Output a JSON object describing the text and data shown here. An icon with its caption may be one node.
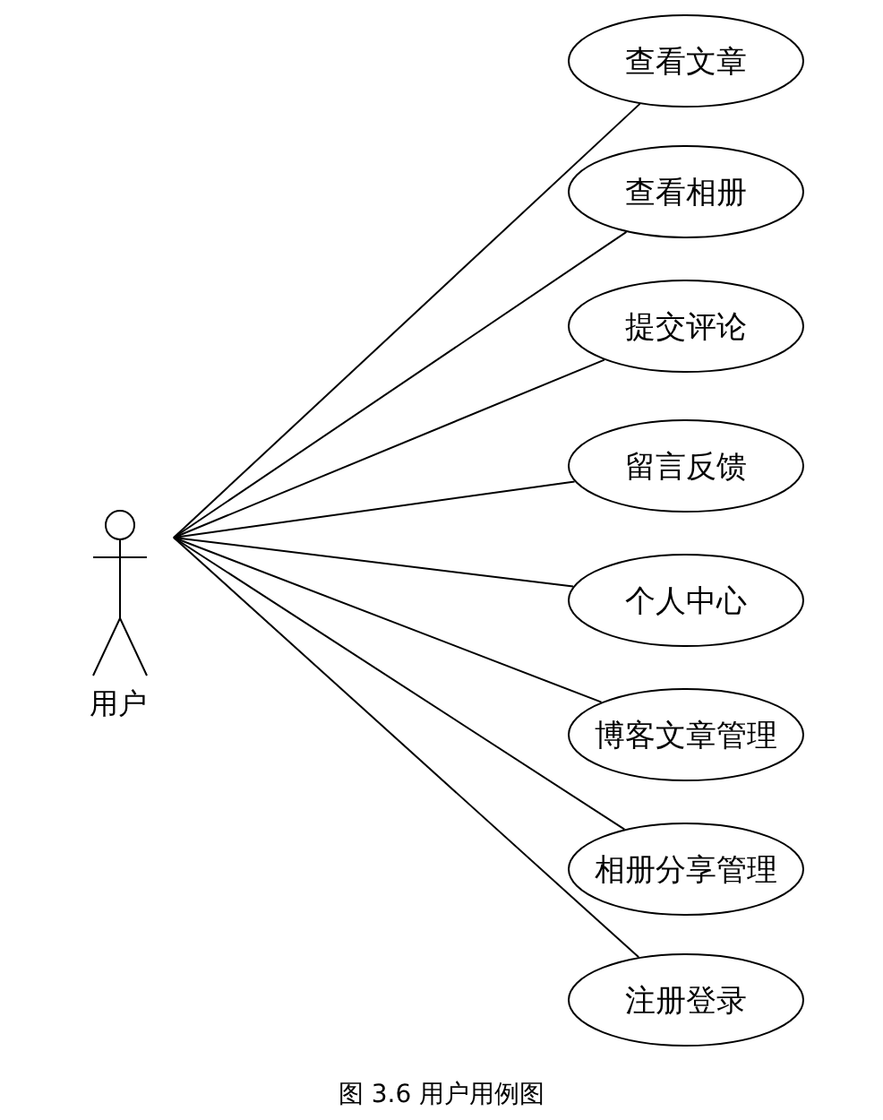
{
  "diagram": {
    "caption": "图 3.6 用户用例图",
    "nodes": [
      {
        "text": [
          "用户"
        ]
      },
      {
        "text": [
          "查看文章"
        ]
      },
      {
        "text": [
          "查看相册"
        ]
      },
      {
        "text": [
          "提交评论"
        ]
      },
      {
        "text": [
          "留言反馈"
        ]
      },
      {
        "text": [
          "个人中心"
        ]
      },
      {
        "text": [
          "博客文章管理"
        ]
      },
      {
        "text": [
          "相册分享管理"
        ]
      },
      {
        "text": [
          "注册登录"
        ]
      }
    ],
    "edges": [
      {
        "from": 0,
        "to": 1,
        "arrow": "none"
      },
      {
        "from": 0,
        "to": 2,
        "arrow": "none"
      },
      {
        "from": 0,
        "to": 3,
        "arrow": "none"
      },
      {
        "from": 0,
        "to": 4,
        "arrow": "none"
      },
      {
        "from": 0,
        "to": 5,
        "arrow": "none"
      },
      {
        "from": 0,
        "to": 6,
        "arrow": "none"
      },
      {
        "from": 0,
        "to": 7,
        "arrow": "none"
      },
      {
        "from": 0,
        "to": 8,
        "arrow": "none"
      }
    ]
  }
}
